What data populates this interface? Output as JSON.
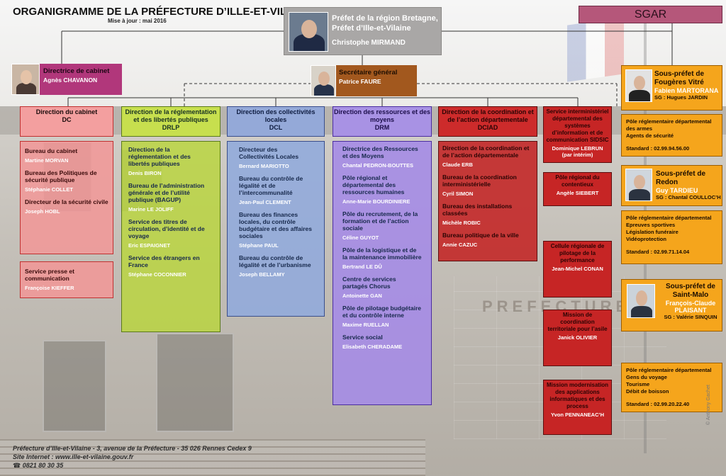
{
  "header": {
    "title": "ORGANIGRAMME DE LA PRÉFECTURE D’ILLE-ET-VILAINE",
    "update": "Mise à jour : mai 2016",
    "sgar": "SGAR"
  },
  "prefet": {
    "title_line1": "Préfet de la région Bretagne,",
    "title_line2": "Préfet d’Ille-et-Vilaine",
    "name": "Christophe MIRMAND"
  },
  "cabinet": {
    "title": "Directrice de cabinet",
    "name": "Agnès CHAVANON"
  },
  "secretaire": {
    "title": "Secrétaire général",
    "name": "Patrice FAURE"
  },
  "directions": {
    "dc": {
      "title": "Direction du cabinet",
      "abbr": "DC",
      "items": [
        {
          "t": "Bureau du cabinet",
          "n": "Martine MORVAN"
        },
        {
          "t": "Bureau des Politiques de sécurité publique",
          "n": "Stéphanie COLLET"
        },
        {
          "t": "Directeur de la sécurité civile",
          "n": "Joseph HOBL"
        }
      ],
      "extra": {
        "t": "Service presse et communication",
        "n": "Françoise KIEFFER"
      }
    },
    "drlp": {
      "title": "Direction de la réglementation et des libertés publiques",
      "abbr": "DRLP",
      "items": [
        {
          "t": "Direction de la réglementation et des libertés publiques",
          "n": "Denis BIRON"
        },
        {
          "t": "Bureau de l’administration générale et de l’utilité publique (BAGUP)",
          "n": "Marine LE JOLIFF"
        },
        {
          "t": "Service des titres de circulation, d’identité et de voyage",
          "n": "Eric ESPAIGNET"
        },
        {
          "t": "Service des étrangers en France",
          "n": "Stéphane COCONNIER"
        }
      ]
    },
    "dcl": {
      "title": "Direction des collectivités locales",
      "abbr": "DCL",
      "items": [
        {
          "t": "Directeur des Collectivités Locales",
          "n": "Bernard MARIOTTO"
        },
        {
          "t": "Bureau du contrôle de légalité et de l’intercommunalité",
          "n": "Jean-Paul CLEMENT"
        },
        {
          "t": "Bureau des finances locales, du contrôle budgétaire et des affaires sociales",
          "n": "Stéphane PAUL"
        },
        {
          "t": "Bureau du contrôle de légalité et de l’urbanisme",
          "n": "Joseph BELLAMY"
        }
      ]
    },
    "drm": {
      "title": "Direction des ressources et des moyens",
      "abbr": "DRM",
      "items": [
        {
          "t": "Directrice des Ressources et des Moyens",
          "n": "Chantal PEDRON-BOUTTES"
        },
        {
          "t": "Pôle régional et départemental des ressources humaines",
          "n": "Anne-Marie BOURDINIERE"
        },
        {
          "t": "Pôle du recrutement, de la formation et de l’action sociale",
          "n": "Céline GUYOT"
        },
        {
          "t": "Pôle de la logistique et de la maintenance immobilière",
          "n": "Bertrand LE DÛ"
        },
        {
          "t": "Centre de services partagés Chorus",
          "n": "Antoinette GAN"
        },
        {
          "t": "Pôle de pilotage budgétaire et du contrôle interne",
          "n": "Maxime RUELLAN"
        },
        {
          "t": "Service social",
          "n": "Elisabeth CHERADAME"
        }
      ]
    },
    "dciad": {
      "title": "Direction de la coordination et de l’action départementale",
      "abbr": "DCIAD",
      "items": [
        {
          "t": "Direction de la coordination et de l’action départementale",
          "n": "Claude ERB"
        },
        {
          "t": "Bureau de la coordination interministérielle",
          "n": "Cyril SIMON"
        },
        {
          "t": "Bureau des installations classées",
          "n": "Michèle ROBIC"
        },
        {
          "t": "Bureau politique de la ville",
          "n": "Annie CAZUC"
        }
      ]
    }
  },
  "services": [
    {
      "t": "Service interministériel départemental des systèmes d’information et de communication SIDSIC",
      "n": "Dominique LEBRUN",
      "n2": "(par intérim)"
    },
    {
      "t": "Pôle régional du contentieux",
      "n": "Angèle SIEBERT"
    },
    {
      "t": "Cellule régionale de pilotage de la performance",
      "n": "Jean-Michel CONAN"
    },
    {
      "t": "Mission de coordination territoriale pour l’asile",
      "n": "Janick OLIVIER"
    },
    {
      "t": "Mission modernisation des applications informatiques et des process",
      "n": "Yvon PENNANEAC’H"
    }
  ],
  "sous_prefets": [
    {
      "t1": "Sous-préfet de",
      "t2": "Fougères Vitré",
      "name": "Fabien MARTORANA",
      "sg": "SG : Hugues JARDIN",
      "pole": [
        "Pôle réglementaire départemental des armes",
        "Agents de sécurité"
      ],
      "standard": "Standard : 02.99.94.56.00"
    },
    {
      "t1": "Sous-préfet de",
      "t2": "Redon",
      "name": "Guy TARDIEU",
      "sg": "SG : Chantal COULLOC’H",
      "pole": [
        "Pôle réglementaire départemental",
        "Epreuves sportives",
        "Législation funéraire",
        "Vidéoprotection"
      ],
      "standard": "Standard : 02.99.71.14.04"
    },
    {
      "t1": "Sous-préfet de",
      "t2": "Saint-Malo",
      "name": "François-Claude PLAISANT",
      "sg": "SG : Valérie SINQUIN",
      "pole": [
        "Pôle réglementaire départemental",
        "Gens du voyage",
        "Tourisme",
        "Débit de boisson"
      ],
      "standard": "Standard : 02.99.20.22.40"
    }
  ],
  "footer": {
    "address": "Préfecture d’Ille-et-Vilaine - 3, avenue de la Préfecture - 35 026 Rennes Cedex 9",
    "site": "Site Internet : www.ille-et-vilaine.gouv.fr",
    "phone": "0821 80 30 35",
    "credit": "© Anthony Gachet"
  },
  "background": {
    "engraving": "PREFECTURE"
  },
  "colors": {
    "dc": "#f39f9f",
    "drlp": "#c7df4e",
    "dcl": "#94a9d8",
    "drm": "#a892e4",
    "dciad": "#cd2b2b",
    "services": "#c62525",
    "sous_prefet": "#f5a51c",
    "cabinet": "#b1377b",
    "secretaire": "#a2581e",
    "sgar": "#b5577a"
  }
}
